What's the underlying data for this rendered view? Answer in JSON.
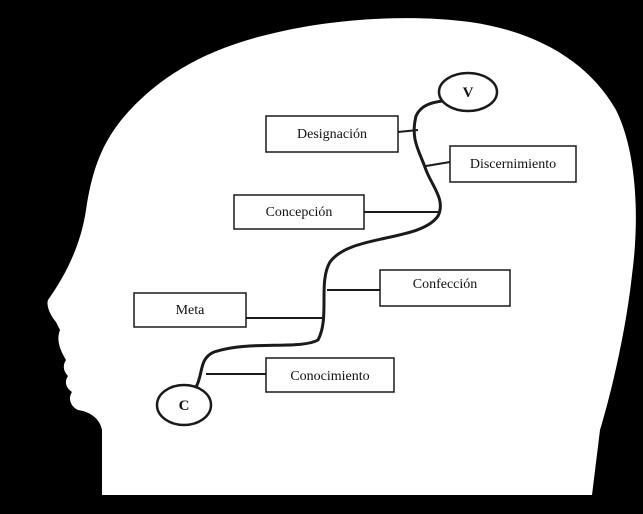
{
  "colors": {
    "background": "#000000",
    "head": "#ffffff",
    "stroke": "#1a1a1a",
    "text": "#111111"
  },
  "diagram": {
    "start_node": "C",
    "end_node": "V",
    "concepts": [
      "Designación",
      "Discernimiento",
      "Concepción",
      "Confección",
      "Meta",
      "Conocimiento"
    ]
  }
}
